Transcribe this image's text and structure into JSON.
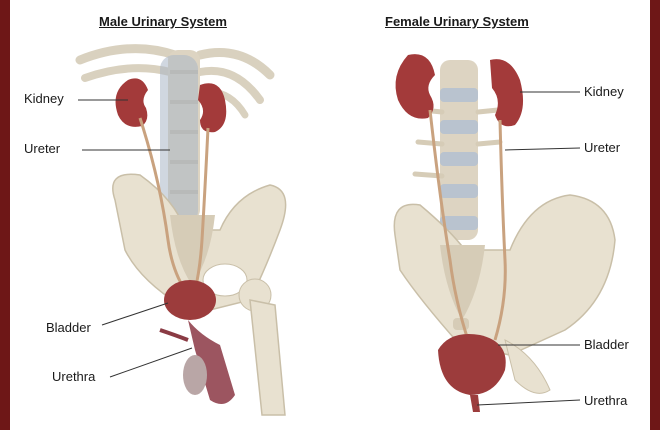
{
  "male": {
    "title": "Male Urinary System",
    "labels": {
      "kidney": "Kidney",
      "ureter": "Ureter",
      "bladder": "Bladder",
      "urethra": "Urethra"
    }
  },
  "female": {
    "title": "Female Urinary System",
    "labels": {
      "kidney": "Kidney",
      "ureter": "Ureter",
      "bladder": "Bladder",
      "urethra": "Urethra"
    }
  },
  "colors": {
    "border": "#6e1717",
    "bone": "#e8e1d0",
    "bone_shadow": "#c9bfa8",
    "kidney": "#a33a3a",
    "bladder": "#9c3c3c",
    "ureter": "#c9a27f",
    "disc": "#b9c3cf",
    "vessel": "#a9b6c7"
  }
}
